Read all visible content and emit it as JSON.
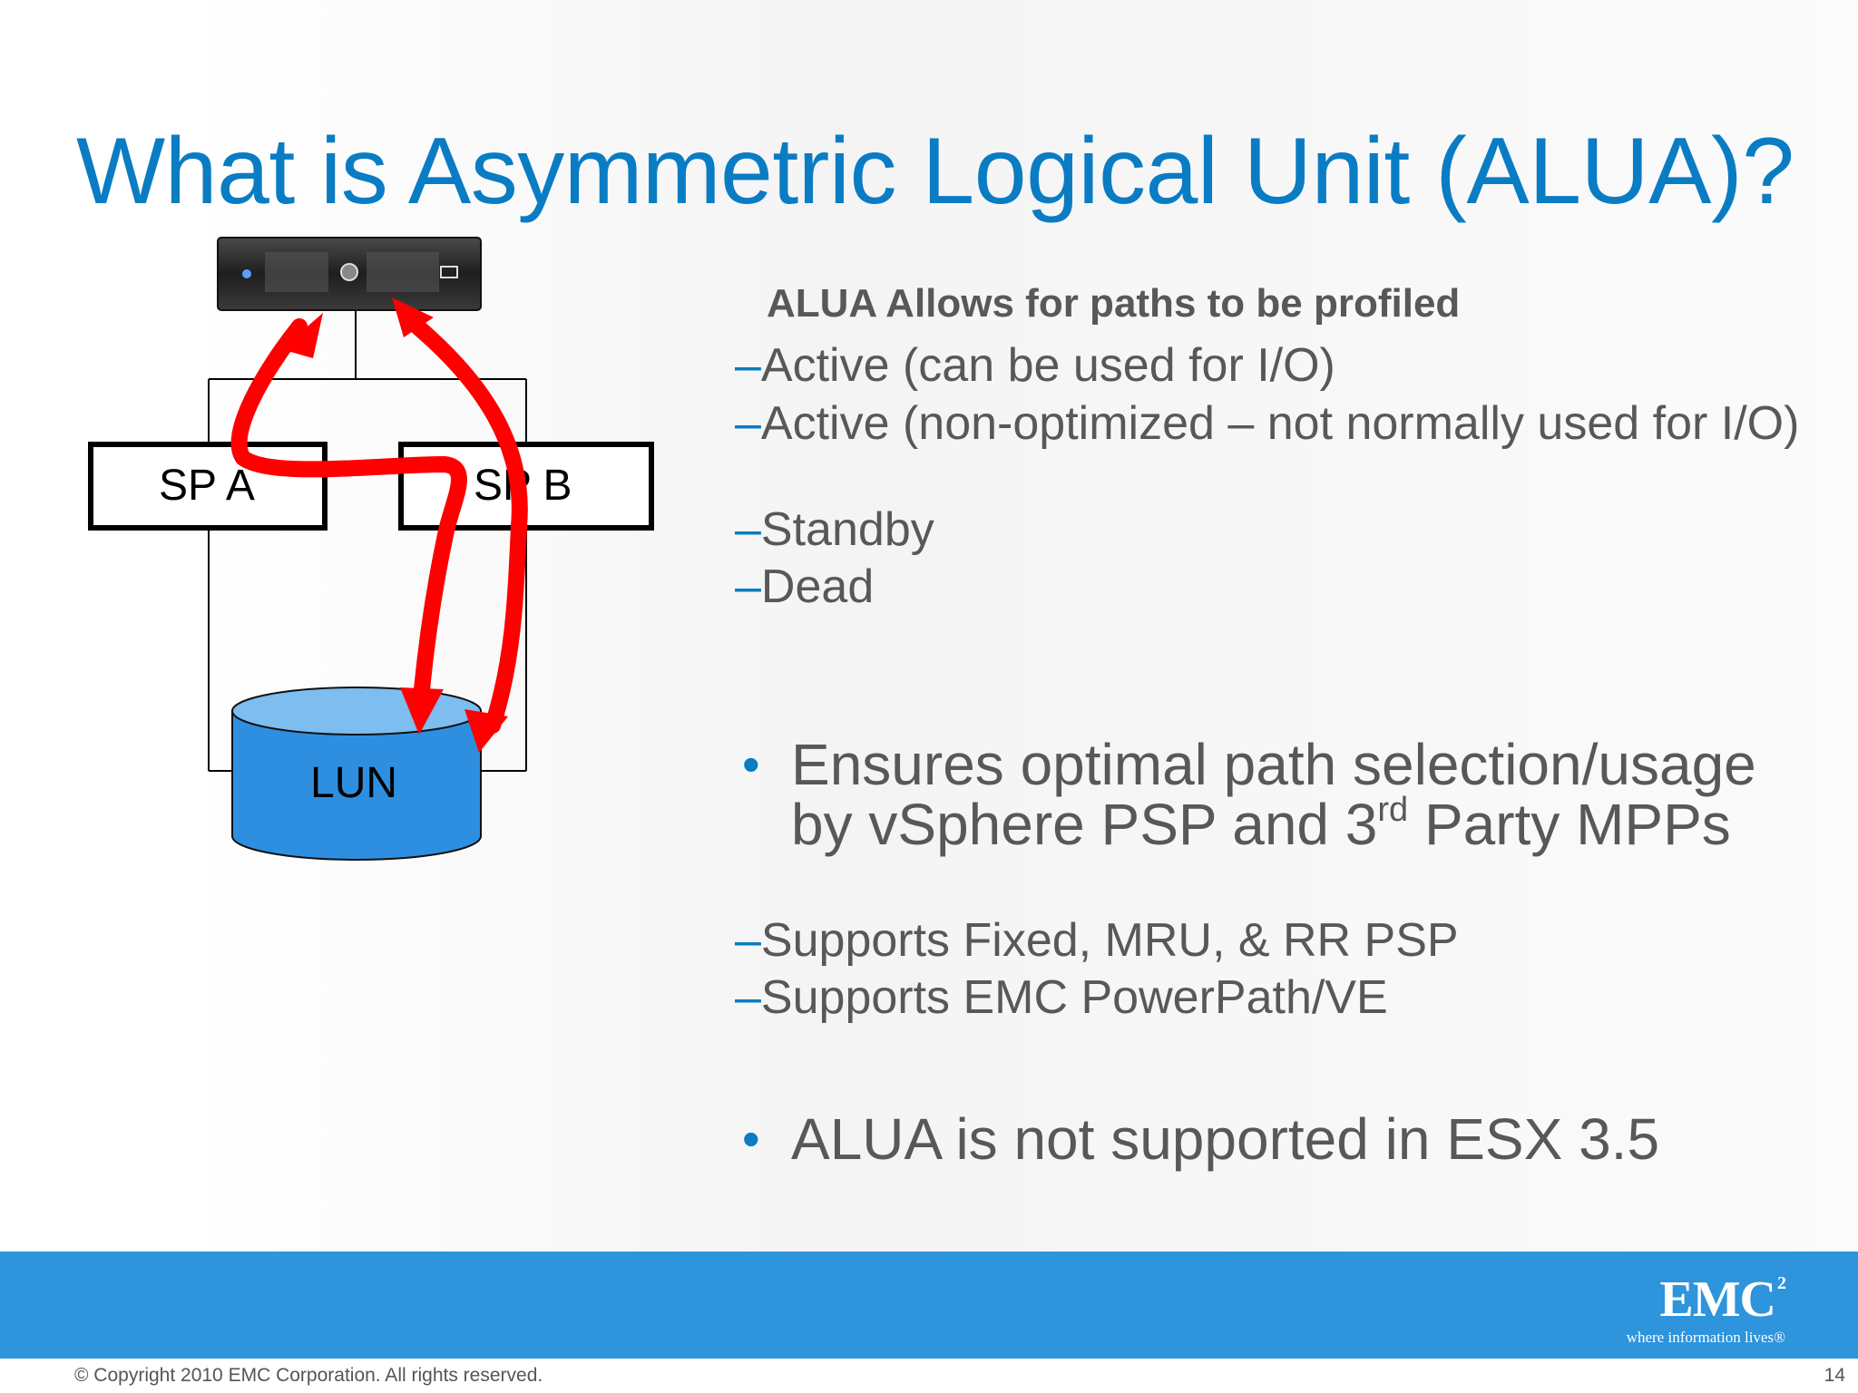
{
  "slide": {
    "title": "What is Asymmetric Logical Unit (ALUA)?",
    "page_number": "14"
  },
  "diagram": {
    "sp_a_label": "SP A",
    "sp_b_label": "SP B",
    "lun_label": "LUN",
    "colors": {
      "path_arrow": "#ff0000",
      "lun_body": "#2e8fe0",
      "lun_top": "#7dbdf0",
      "server": "#2b2b2b"
    }
  },
  "content": {
    "lead": "ALUA Allows for paths to be profiled",
    "dash": "–",
    "states": [
      "Active (can be used for I/O)",
      "Active (non-optimized – not normally used for I/O)",
      "Standby",
      "Dead"
    ],
    "bullet_mark": "•",
    "bullet1_prefix": "Ensures optimal path selection/usage by vSphere PSP and 3",
    "bullet1_sup": "rd",
    "bullet1_suffix": " Party MPPs",
    "bullet1_subs": [
      "Supports Fixed, MRU, & RR PSP",
      "Supports EMC PowerPath/VE"
    ],
    "bullet2": "ALUA is not supported in ESX 3.5"
  },
  "footer": {
    "copyright": "© Copyright 2010 EMC Corporation. All rights reserved.",
    "logo_text": "EMC",
    "logo_sup": "2",
    "tagline": "where information lives®",
    "band_color": "#2e94dc"
  }
}
